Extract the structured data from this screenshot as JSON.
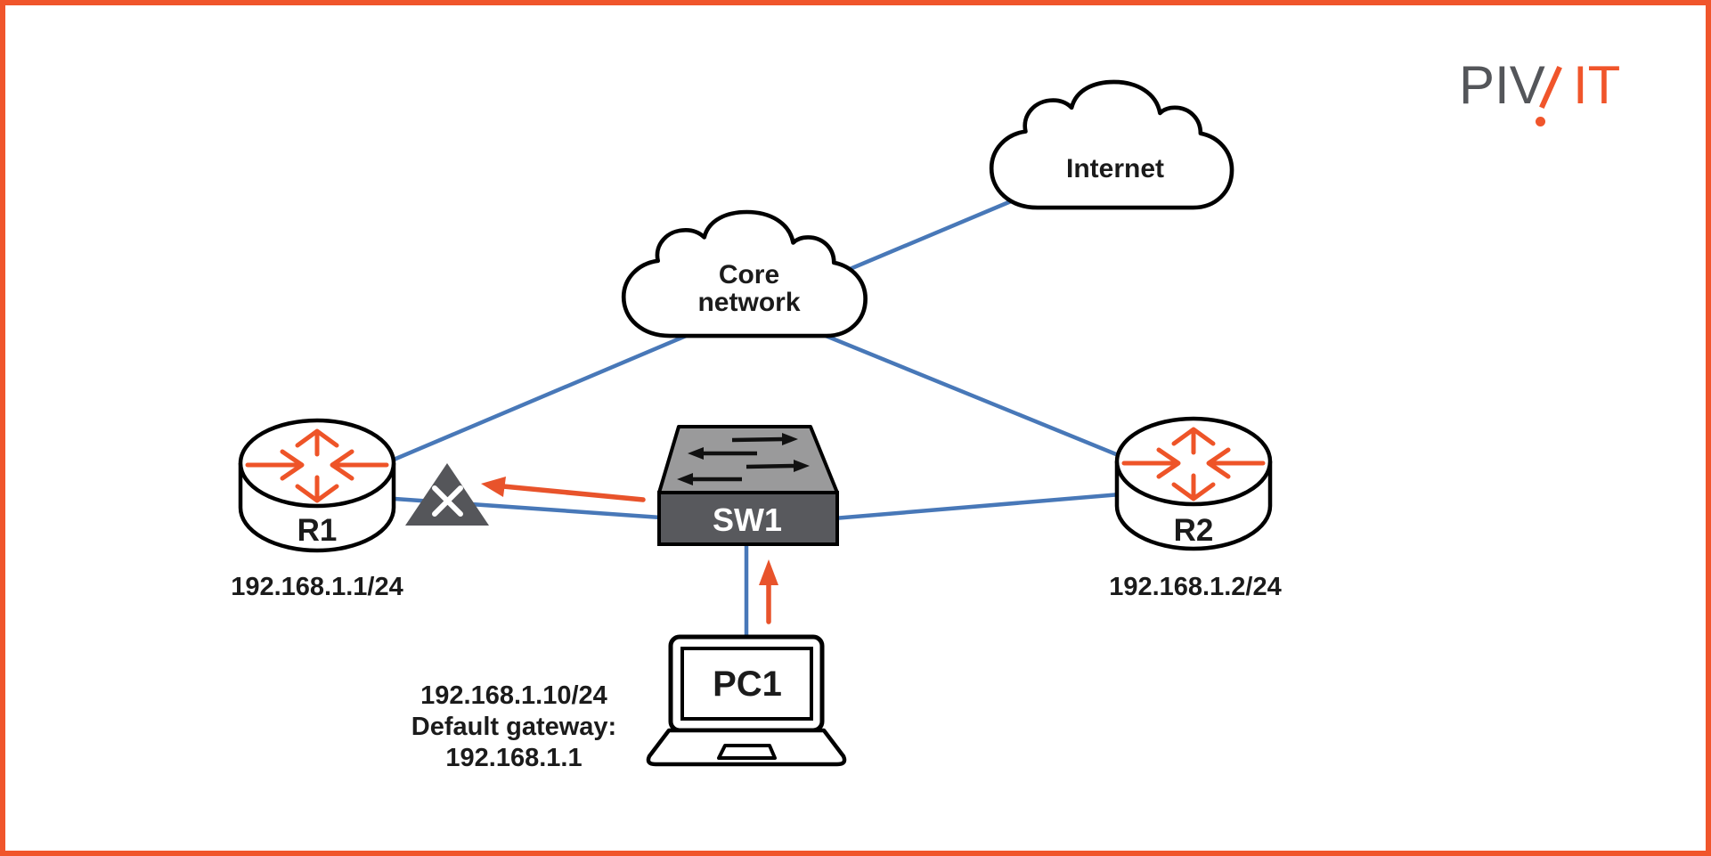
{
  "brand": {
    "logo_part_gray": "PIV",
    "logo_part_orange": "IT"
  },
  "colors": {
    "frame_border": "#F0552B",
    "link_blue": "#4878B8",
    "arrow_orange": "#E8532B",
    "router_icon_orange": "#EE5428",
    "device_outline": "#000000",
    "switch_top_gray": "#9A9A9B",
    "switch_front_gray": "#58595D",
    "failure_triangle_gray": "#55565A",
    "logo_gray": "#54565A",
    "logo_orange": "#F0552B",
    "text_black": "#1b1b1b",
    "background": "#ffffff"
  },
  "nodes": {
    "internet": {
      "label": "Internet"
    },
    "core": {
      "label_line1": "Core",
      "label_line2": "network"
    },
    "r1": {
      "label": "R1",
      "ip": "192.168.1.1/24"
    },
    "r2": {
      "label": "R2",
      "ip": "192.168.1.2/24"
    },
    "sw1": {
      "label": "SW1"
    },
    "pc1": {
      "label": "PC1",
      "ip": "192.168.1.10/24",
      "gateway_label": "Default gateway:",
      "gateway": "192.168.1.1"
    }
  },
  "links": [
    {
      "from": "Core network",
      "to": "Internet"
    },
    {
      "from": "R1",
      "to": "Core network"
    },
    {
      "from": "R2",
      "to": "Core network"
    },
    {
      "from": "SW1",
      "to": "R1",
      "marker": "link-failure-x"
    },
    {
      "from": "SW1",
      "to": "R2"
    },
    {
      "from": "PC1",
      "to": "SW1"
    }
  ],
  "traffic_arrows": [
    {
      "from": "PC1",
      "toward": "SW1",
      "direction": "up"
    },
    {
      "from": "SW1",
      "toward": "R1",
      "direction": "left"
    }
  ]
}
